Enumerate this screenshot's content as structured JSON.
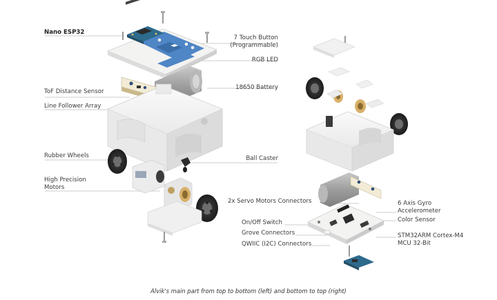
{
  "labels": {
    "nano_esp32": "Nano ESP32",
    "touch_button": [
      "7 Touch Button",
      "(Programmable)"
    ],
    "rgb_led": "RGB LED",
    "battery": "18650 Battery",
    "tof_sensor": "ToF Distance Sensor",
    "line_follower": "Line Follower Array",
    "rubber_wheels": "Rubber Wheels",
    "ball_caster": "Ball Caster",
    "motors": [
      "High Precision",
      "Motors"
    ],
    "servo_connectors": "2x Servo Motors Connectors",
    "on_off_switch": "On/Off Switch",
    "grove_connectors": "Grove Connectors",
    "qwiic_connectors": "QWIIC (I2C) Connectors",
    "imu": [
      "6 Axis Gyro",
      "Accelerometer"
    ],
    "color_sensor": "Color Sensor",
    "mcu": [
      "STM32ARM Cortex-M4",
      "MCU 32-Bit"
    ]
  },
  "caption": "Alvik's main part from top to bottom (left) and bottom to top (right)",
  "colors": {
    "pcb_blue": "#4f86c6",
    "pcb_white": "#f3f3f1",
    "chassis": "#f1f1f1",
    "wheel": "#2b2b2b",
    "leader_line": "#bdbdbd",
    "text": "#3a3a3a"
  }
}
